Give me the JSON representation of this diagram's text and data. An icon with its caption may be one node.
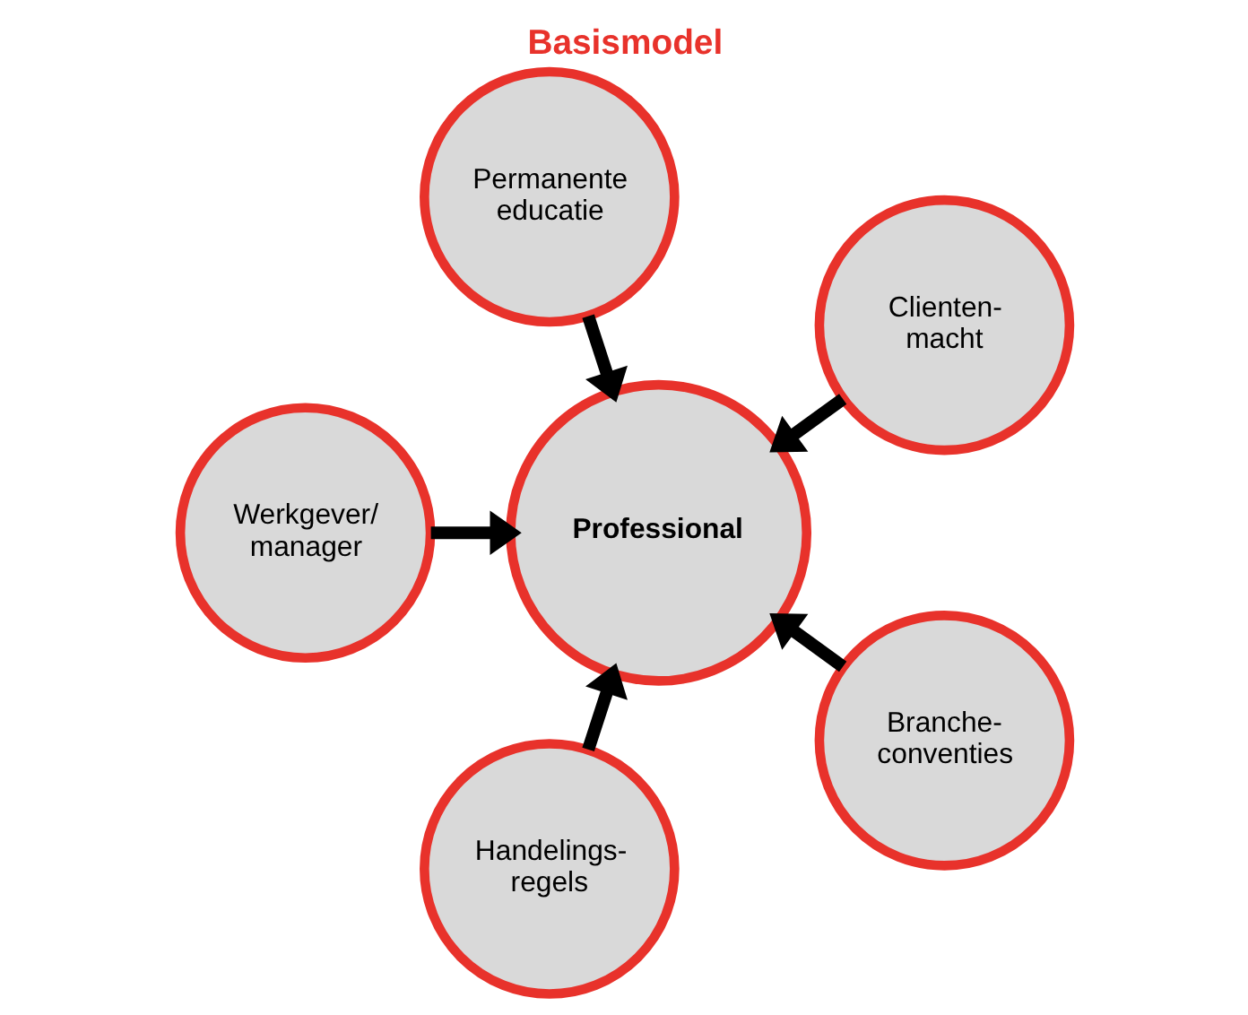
{
  "diagram": {
    "title": "Basismodel",
    "nodes": [
      {
        "text": [
          "Professional"
        ]
      },
      {
        "text": [
          "Clienten- macht"
        ]
      },
      {
        "text": [
          "Permanente educatie"
        ]
      },
      {
        "text": [
          "Werkgever/ manager"
        ]
      },
      {
        "text": [
          "Handelings- regels"
        ]
      },
      {
        "text": [
          "Branche- conventies"
        ]
      }
    ],
    "edges": [
      {
        "from": 1,
        "to": 0,
        "arrow": "to"
      },
      {
        "from": 2,
        "to": 0,
        "arrow": "to"
      },
      {
        "from": 3,
        "to": 0,
        "arrow": "to"
      },
      {
        "from": 4,
        "to": 0,
        "arrow": "to"
      },
      {
        "from": 5,
        "to": 0,
        "arrow": "to"
      }
    ]
  }
}
